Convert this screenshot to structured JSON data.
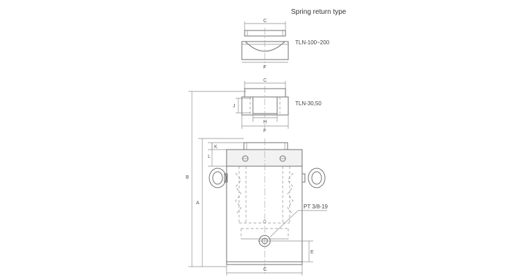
{
  "title": "Spring return type",
  "callouts": {
    "saddle_grooved": "TLN-100~200",
    "saddle_threaded": "TLN-30,50",
    "port": "PT 3/8-19"
  },
  "dimensions": {
    "c": "C",
    "f": "F",
    "h": "H",
    "j": "J",
    "k": "K",
    "l": "L",
    "a": "A",
    "b": "B",
    "e": "E"
  }
}
